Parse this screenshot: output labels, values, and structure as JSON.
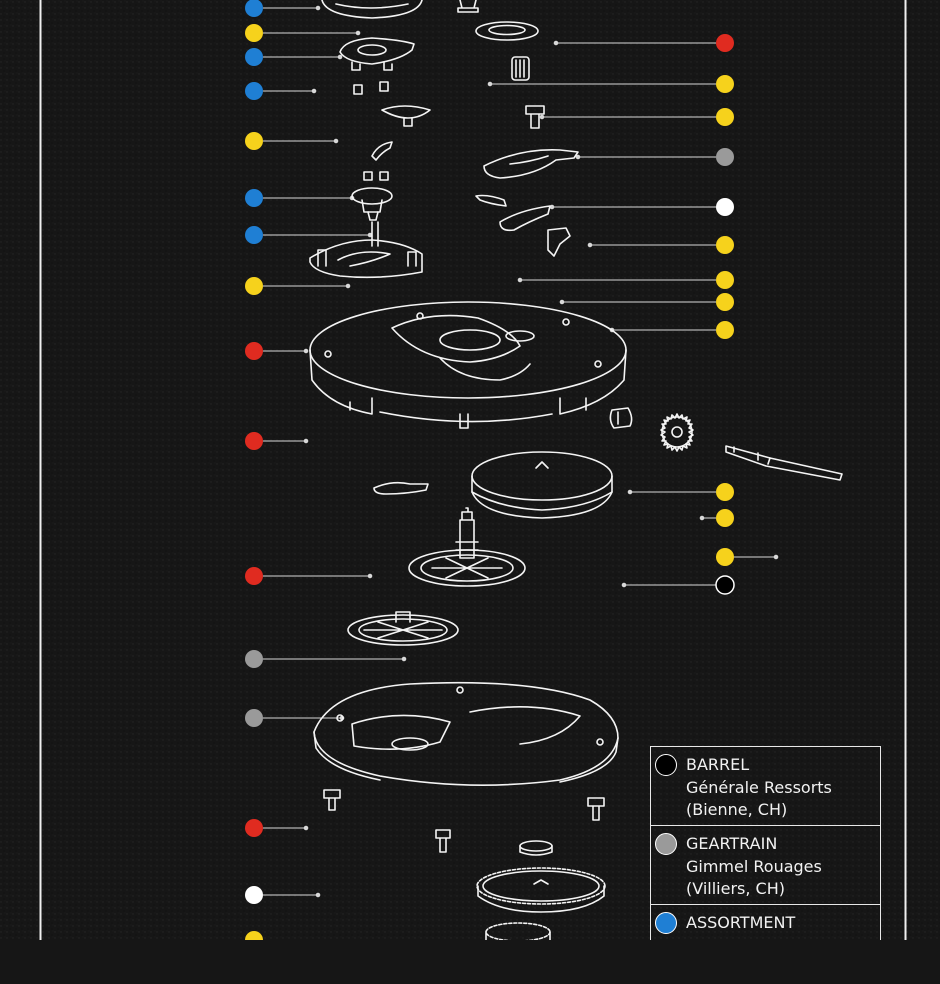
{
  "colors": {
    "background": "#161616",
    "frame": "#f0f0f0",
    "line": "#d8d8d8",
    "red": "#e02b20",
    "yellow": "#f6d21c",
    "blue": "#1f7fd4",
    "grey": "#9a9a9a",
    "white": "#ffffff",
    "black": "#000000"
  },
  "callouts_left": [
    "blue",
    "yellow",
    "blue",
    "blue",
    "yellow",
    "blue",
    "blue",
    "yellow",
    "red",
    "red",
    "red",
    "grey",
    "grey",
    "red",
    "white",
    "yellow"
  ],
  "callouts_right": [
    "red",
    "yellow",
    "yellow",
    "grey",
    "white",
    "yellow",
    "yellow",
    "yellow",
    "yellow",
    "yellow",
    "yellow",
    "yellow",
    "black"
  ],
  "legend": [
    {
      "color": "black",
      "name": "BARREL",
      "supplier": "Générale Ressorts",
      "location": "(Bienne, CH)"
    },
    {
      "color": "grey",
      "name": "GEARTRAIN",
      "supplier": "Gimmel Rouages",
      "location": "(Villiers, CH)"
    },
    {
      "color": "blue",
      "name": "ASSORTMENT",
      "supplier": "",
      "location": ""
    }
  ]
}
